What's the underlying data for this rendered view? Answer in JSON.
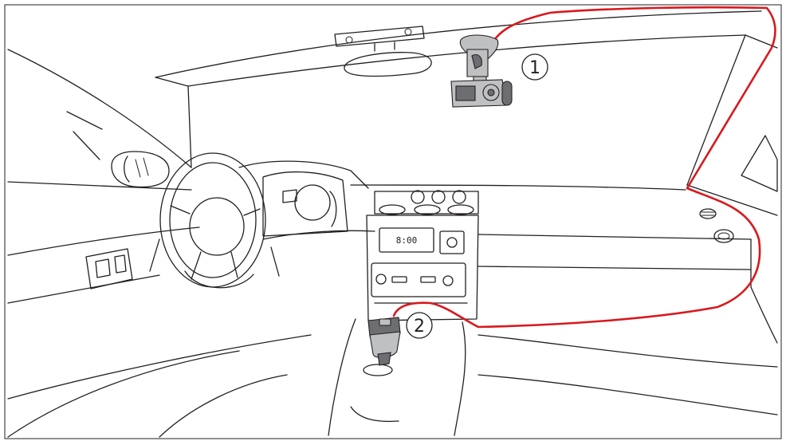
{
  "figure": {
    "callouts": [
      {
        "id": "1",
        "label": "1",
        "part": "dash-camera"
      },
      {
        "id": "2",
        "label": "2",
        "part": "car-charger"
      }
    ],
    "clock_display": "8:00",
    "colors": {
      "line": "#231f20",
      "cable": "#d7191f",
      "device_grey": "#bfc0c2",
      "device_dark": "#6d6e71",
      "background": "#ffffff"
    }
  }
}
